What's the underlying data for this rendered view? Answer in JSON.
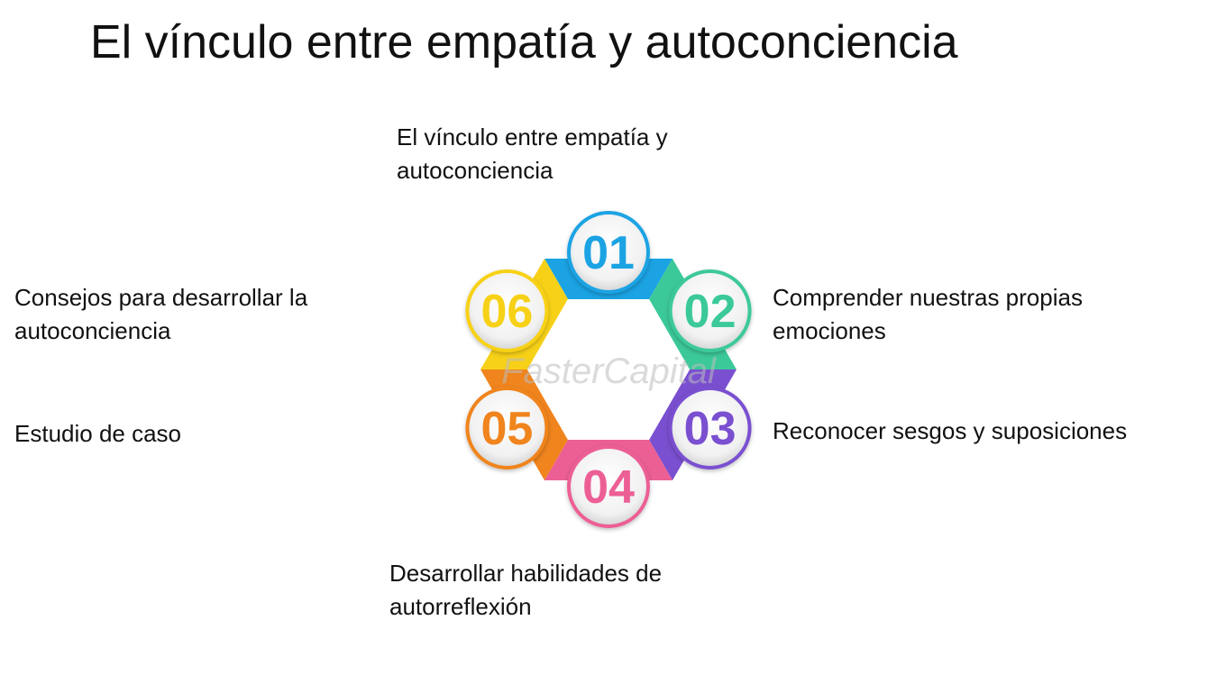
{
  "title": "El vínculo entre empatía y autoconciencia",
  "watermark": "FasterCapital",
  "steps": [
    {
      "number": "01",
      "color": "#1ba3e3",
      "label_lines": [
        "El vínculo entre empatía y",
        "autoconciencia"
      ]
    },
    {
      "number": "02",
      "color": "#3cc99a",
      "label_lines": [
        "Comprender nuestras propias",
        "emociones"
      ]
    },
    {
      "number": "03",
      "color": "#7a4fd0",
      "label_lines": [
        "Reconocer sesgos y suposiciones"
      ]
    },
    {
      "number": "04",
      "color": "#ec5f95",
      "label_lines": [
        "Desarrollar habilidades de",
        "autorreflexión"
      ]
    },
    {
      "number": "05",
      "color": "#f0841d",
      "label_lines": [
        "Estudio de caso"
      ]
    },
    {
      "number": "06",
      "color": "#f7d117",
      "label_lines": [
        "Consejos para desarrollar la",
        "autoconciencia"
      ]
    }
  ]
}
